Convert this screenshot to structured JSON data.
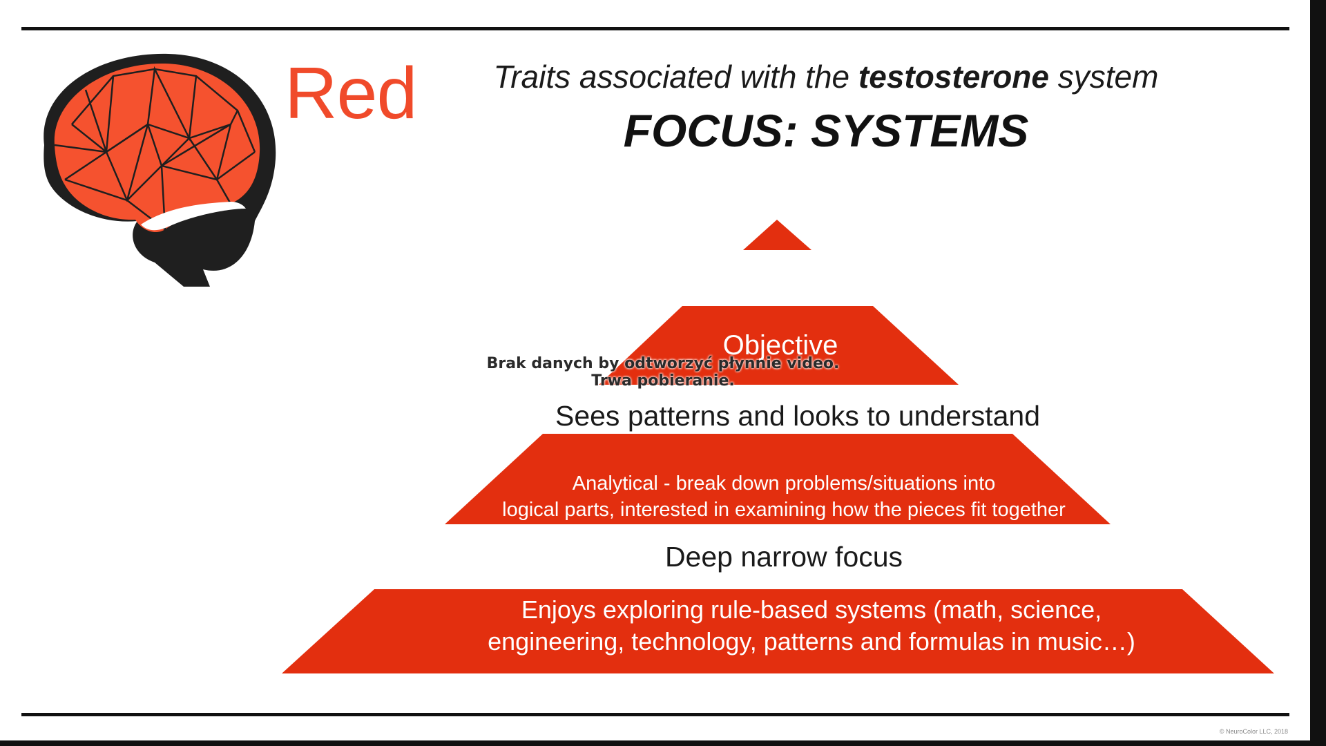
{
  "slide": {
    "brand_word": "Red",
    "subtitle_prefix": "Traits associated with the ",
    "subtitle_bold": "testosterone",
    "subtitle_suffix": " system",
    "title": "FOCUS: SYSTEMS",
    "copyright": "© NeuroColor LLC, 2018"
  },
  "pyramid": {
    "tier_top": "Objective",
    "label_1": "Sees patterns and looks to understand",
    "tier_middle_line1": "Analytical - break down problems/situations into",
    "tier_middle_line2": "logical parts, interested in examining how the pieces fit together",
    "label_2": "Deep narrow focus",
    "tier_bottom_line1": "Enjoys exploring rule-based systems (math, science,",
    "tier_bottom_line2": "engineering, technology, patterns and formulas in music…)"
  },
  "player": {
    "buffer_line1": "Brak danych by odtworzyć płynnie video.",
    "buffer_line2": "Trwa pobieranie."
  },
  "colors": {
    "tier_fill": "#e32f0f",
    "brain_fill": "#f5522f",
    "brand_text": "#f04a2a",
    "frame": "#111111"
  }
}
